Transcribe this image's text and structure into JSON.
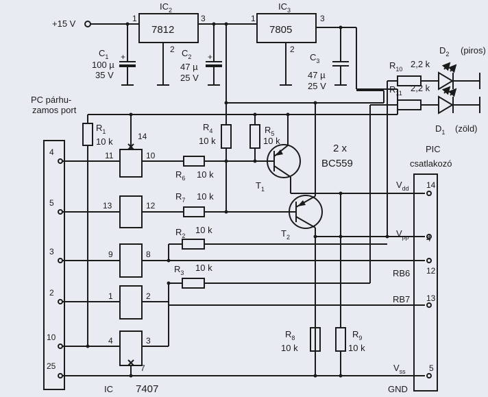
{
  "supply_label": "+15 V",
  "ic2": {
    "name": "IC",
    "sub": "2",
    "part": "7812",
    "pin_in": "1",
    "pin_gnd": "2",
    "pin_out": "3"
  },
  "ic3": {
    "name": "IC",
    "sub": "3",
    "part": "7805",
    "pin_in": "1",
    "pin_gnd": "2",
    "pin_out": "3"
  },
  "c1": {
    "name": "C",
    "sub": "1",
    "value": "100 µ",
    "voltage": "35 V"
  },
  "c2": {
    "name": "C",
    "sub": "2",
    "value": "47 µ",
    "voltage": "25 V"
  },
  "c3": {
    "name": "C",
    "sub": "3",
    "value": "47 µ",
    "voltage": "25 V"
  },
  "pc_port_label": [
    "PC párhu-",
    "zamos port"
  ],
  "resistors": {
    "r1": {
      "name": "R",
      "sub": "1",
      "value": "10 k"
    },
    "r2": {
      "name": "R",
      "sub": "2",
      "value": "10 k"
    },
    "r3": {
      "name": "R",
      "sub": "3",
      "value": "10 k"
    },
    "r4": {
      "name": "R",
      "sub": "4",
      "value": "10 k"
    },
    "r5": {
      "name": "R",
      "sub": "5",
      "value": "10 k"
    },
    "r6": {
      "name": "R",
      "sub": "6",
      "value": "10 k"
    },
    "r7": {
      "name": "R",
      "sub": "7",
      "value": "10 k"
    },
    "r8": {
      "name": "R",
      "sub": "8",
      "value": "10 k"
    },
    "r9": {
      "name": "R",
      "sub": "9",
      "value": "10 k"
    },
    "r10": {
      "name": "R",
      "sub": "10",
      "value": "2,2 k"
    },
    "r11": {
      "name": "R",
      "sub": "11",
      "value": "2,2 k"
    }
  },
  "d2": {
    "name": "D",
    "sub": "2",
    "note": "(piros)"
  },
  "d1": {
    "name": "D",
    "sub": "1",
    "note": "(zöld)"
  },
  "transistors": {
    "count": "2 x",
    "type": "BC559",
    "t1": {
      "name": "T",
      "sub": "1"
    },
    "t2": {
      "name": "T",
      "sub": "2"
    }
  },
  "pc_pins": [
    "4",
    "5",
    "3",
    "2",
    "10",
    "25"
  ],
  "gate_pins": {
    "g1": {
      "in": "11",
      "out": "10",
      "vcc": "14"
    },
    "g2": {
      "in": "13",
      "out": "12"
    },
    "g3": {
      "in": "9",
      "out": "8"
    },
    "g4": {
      "in": "1",
      "out": "2"
    },
    "g5": {
      "in": "4",
      "out": "3",
      "gnd": "7"
    }
  },
  "ic_bottom": {
    "name": "IC",
    "part": "7407"
  },
  "pic": {
    "title": [
      "PIC",
      "csatlakozó"
    ],
    "vdd": {
      "name": "V",
      "sub": "dd",
      "pin": "14"
    },
    "vpp": {
      "name": "V",
      "sub": "pp",
      "pin": "4"
    },
    "rb6": {
      "name": "RB6",
      "pin": "12"
    },
    "rb7": {
      "name": "RB7",
      "pin": "13"
    },
    "vss": {
      "name": "V",
      "sub": "ss",
      "pin": "5"
    },
    "gnd": "GND"
  }
}
